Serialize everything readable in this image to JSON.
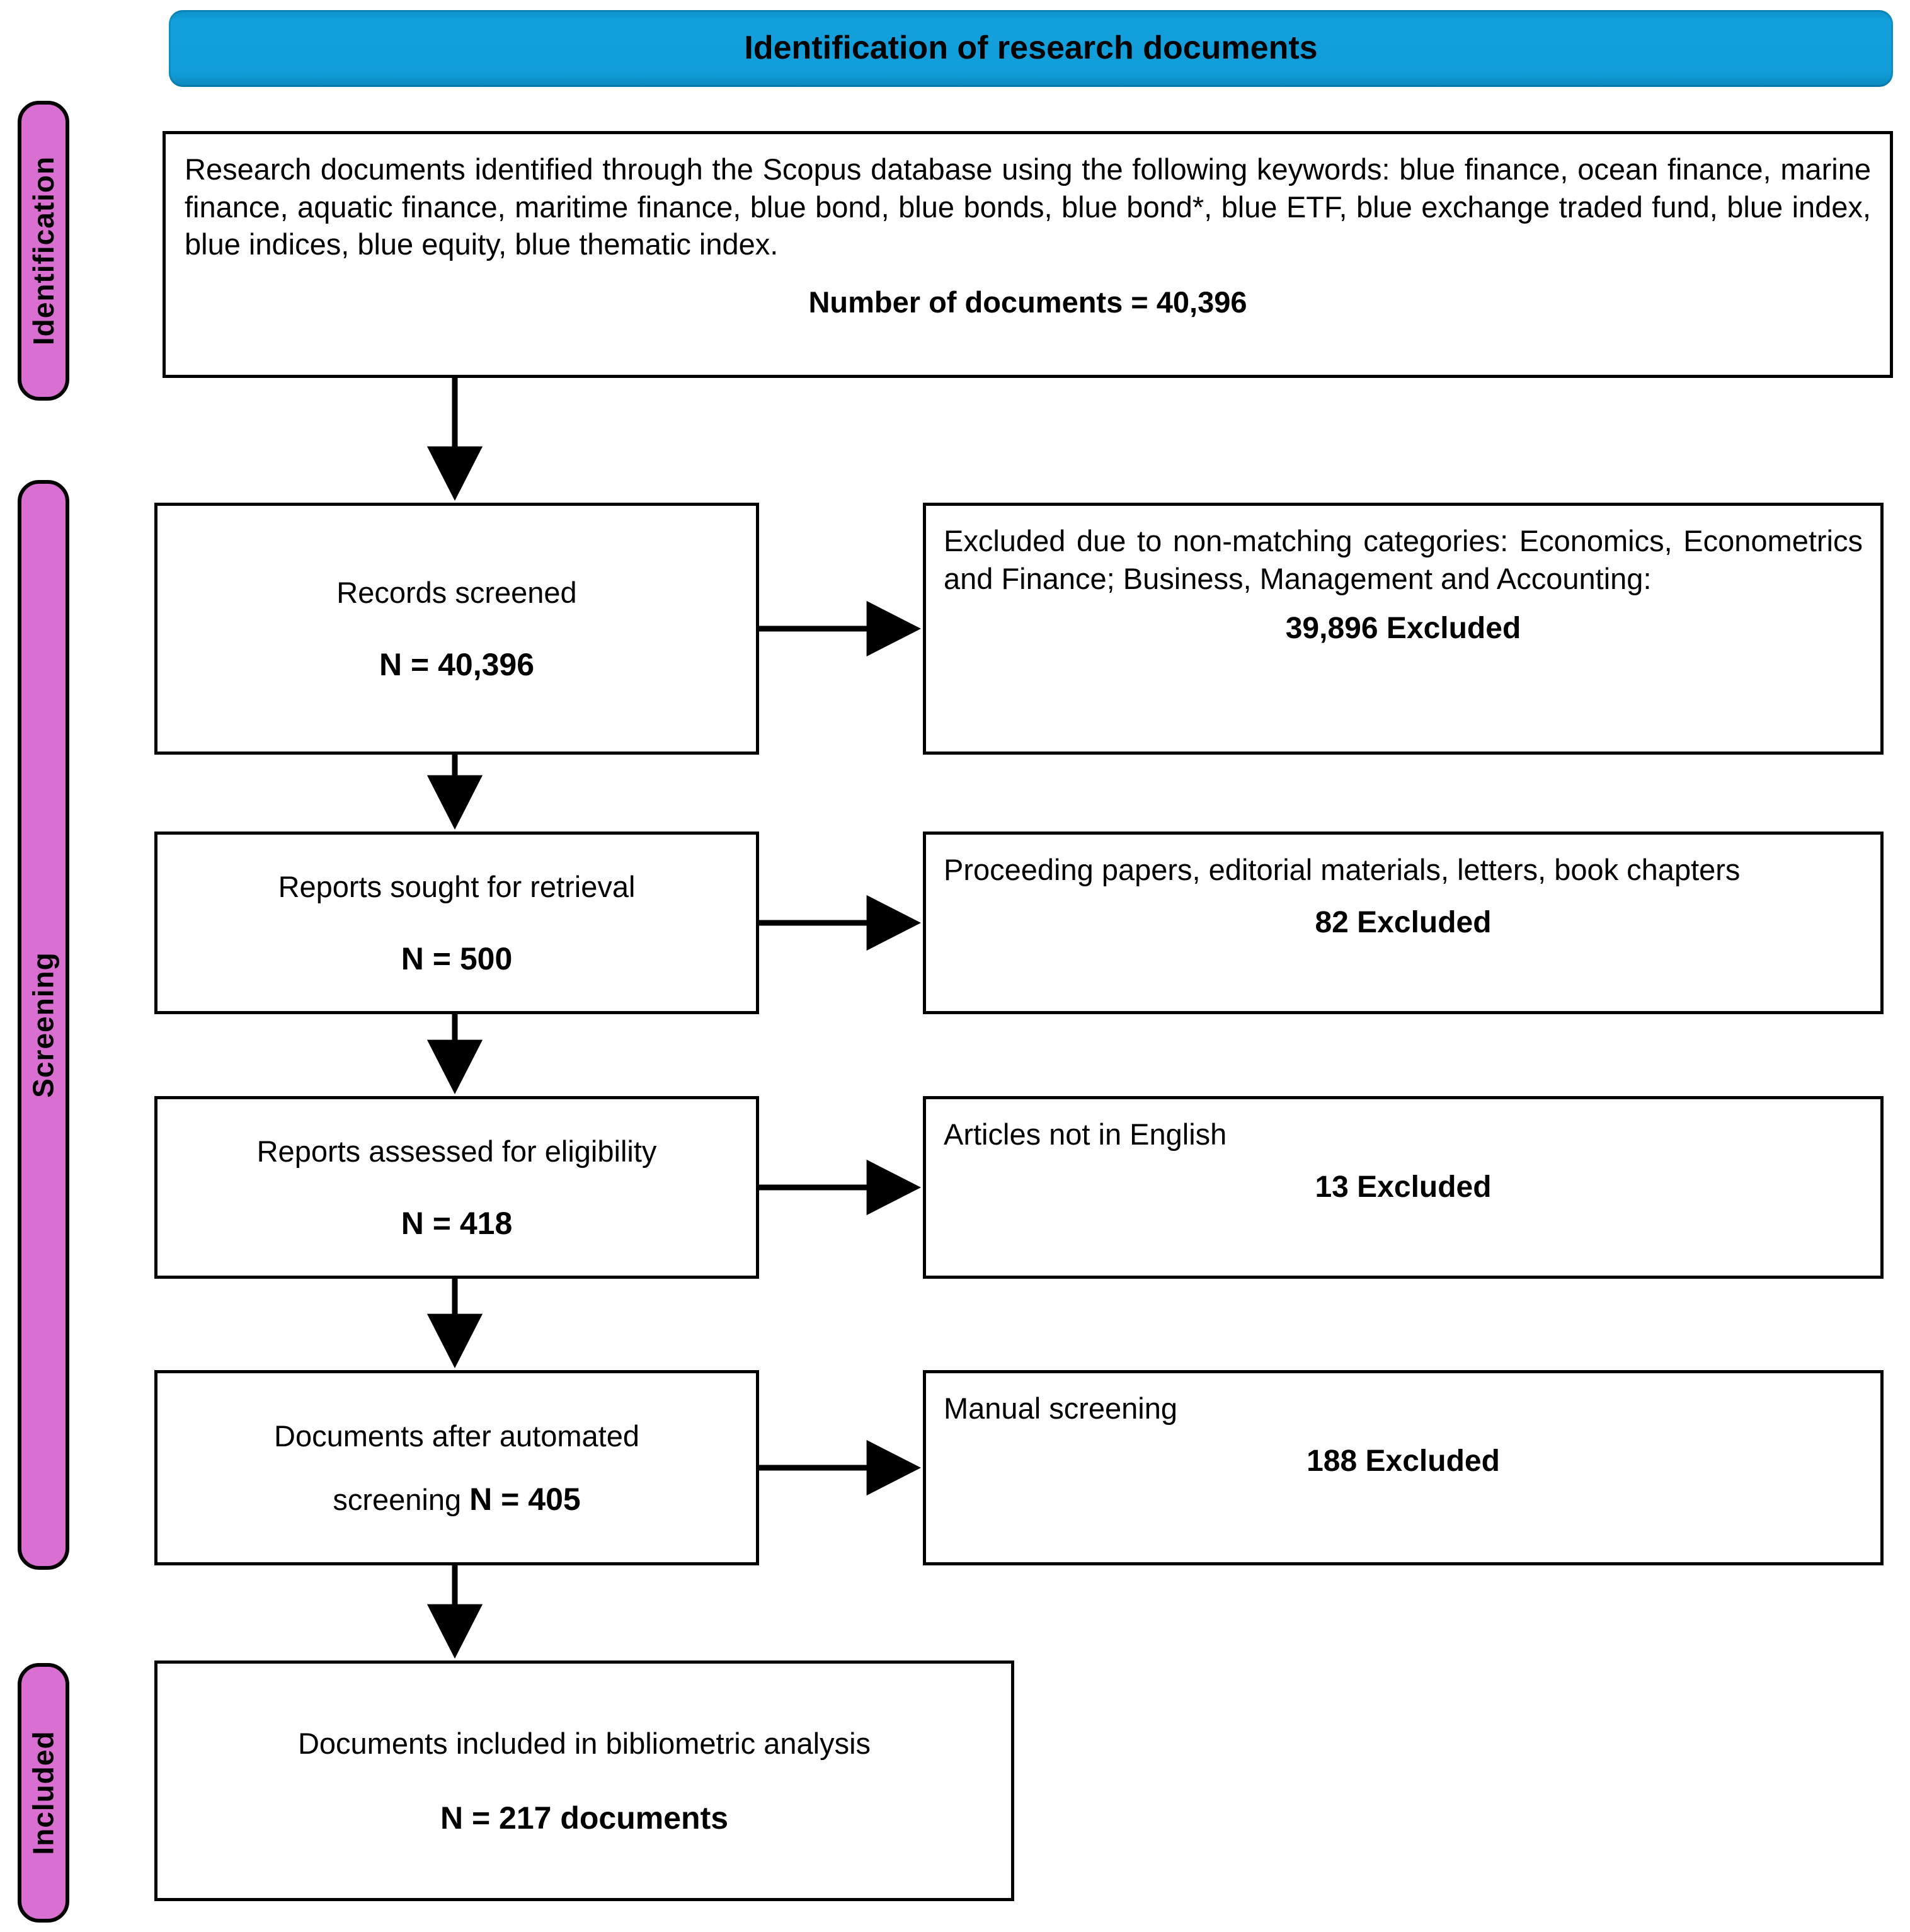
{
  "header": {
    "title": "Identification of research documents",
    "color": "#129dd8"
  },
  "stages": [
    {
      "id": "identification",
      "label": "Identification",
      "color": "#d96fd0"
    },
    {
      "id": "screening",
      "label": "Screening",
      "color": "#d96fd0"
    },
    {
      "id": "included",
      "label": "Included",
      "color": "#d96fd0"
    }
  ],
  "identification_box": {
    "text": "Research documents identified through the Scopus database using the following keywords: blue finance, ocean finance, marine finance, aquatic finance, maritime finance, blue bond, blue bonds, blue bond*, blue ETF, blue exchange traded fund, blue index, blue indices, blue equity, blue thematic index.",
    "count_label": "Number of documents = 40,396"
  },
  "flow_rows": [
    {
      "id": "screened",
      "left": {
        "line1": "Records screened",
        "line2": "N = 40,396"
      },
      "right": {
        "text": "Excluded due to non-matching categories: Economics, Econometrics and Finance; Business, Management and Accounting:",
        "count": "39,896 Excluded"
      }
    },
    {
      "id": "sought",
      "left": {
        "line1": "Reports sought for retrieval",
        "line2": "N = 500"
      },
      "right": {
        "text": "Proceeding papers, editorial materials, letters, book chapters",
        "count": "82 Excluded"
      }
    },
    {
      "id": "eligibility",
      "left": {
        "line1": "Reports assessed for eligibility",
        "line2": "N = 418"
      },
      "right": {
        "text": "Articles not in English",
        "count": "13 Excluded"
      }
    },
    {
      "id": "automated",
      "left": {
        "line1": "Documents after automated",
        "line2_prefix": "screening ",
        "line2_bold": "N = 405"
      },
      "right": {
        "text": "Manual screening",
        "count": "188 Excluded"
      }
    }
  ],
  "included_box": {
    "line1": "Documents included in bibliometric analysis",
    "line2": "N = 217 documents"
  }
}
